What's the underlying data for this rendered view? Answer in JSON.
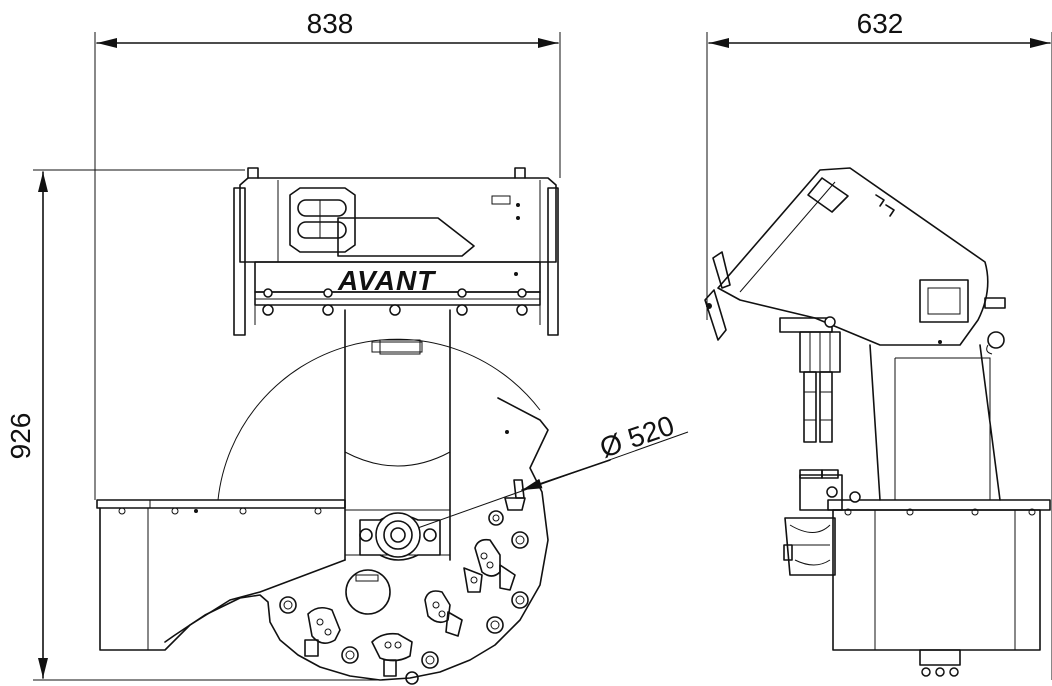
{
  "dimensions": {
    "front_width": "838",
    "side_depth": "632",
    "overall_height": "926",
    "blade_diameter": "Ø 520"
  },
  "branding": {
    "logo_text": "AVANT"
  }
}
